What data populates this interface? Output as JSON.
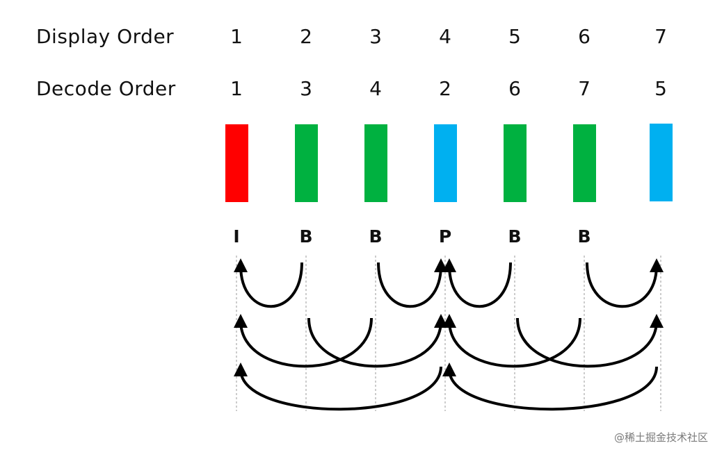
{
  "display_order": {
    "label": "Display Order",
    "values": [
      "1",
      "2",
      "3",
      "4",
      "5",
      "6",
      "7"
    ]
  },
  "decode_order": {
    "label": "Decode Order",
    "values": [
      "1",
      "3",
      "4",
      "2",
      "6",
      "7",
      "5"
    ]
  },
  "frames": [
    {
      "type": "I",
      "color": "#ff0000"
    },
    {
      "type": "B",
      "color": "#00b140"
    },
    {
      "type": "B",
      "color": "#00b140"
    },
    {
      "type": "P",
      "color": "#00b0f0"
    },
    {
      "type": "B",
      "color": "#00b140"
    },
    {
      "type": "B",
      "color": "#00b140"
    },
    {
      "type": "",
      "color": "#00b0f0"
    }
  ],
  "reference_arrows": [
    {
      "from": 2,
      "to": 1
    },
    {
      "from": 2,
      "to": 4
    },
    {
      "from": 5,
      "to": 4
    },
    {
      "from": 5,
      "to": 7
    },
    {
      "from": 3,
      "to": 1
    },
    {
      "from": 3,
      "to": 4
    },
    {
      "from": 6,
      "to": 4
    },
    {
      "from": 6,
      "to": 7
    },
    {
      "from": 4,
      "to": 1
    },
    {
      "from": 7,
      "to": 4
    }
  ],
  "watermark": "@稀土掘金技术社区"
}
